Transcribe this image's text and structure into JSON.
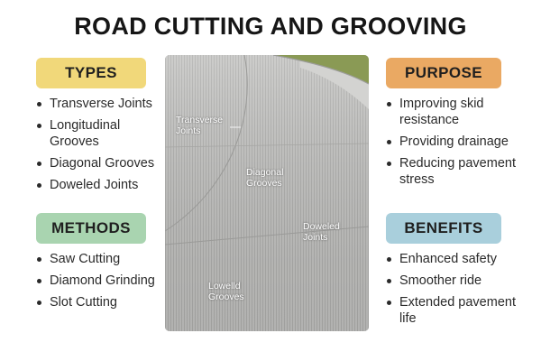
{
  "title": "ROAD CUTTING AND GROOVING",
  "colors": {
    "types": "#f1d87a",
    "methods": "#a9d4b0",
    "purpose": "#eaa963",
    "benefits": "#a9cfdc"
  },
  "types": {
    "heading": "TYPES",
    "items": [
      "Transverse Joints",
      "Longitudinal Grooves",
      "Diagonal Grooves",
      "Doweled Joints"
    ]
  },
  "methods": {
    "heading": "METHODS",
    "items": [
      "Saw Cutting",
      "Diamond Grinding",
      "Slot Cutting"
    ]
  },
  "purpose": {
    "heading": "PURPOSE",
    "items": [
      "Improving skid resistance",
      "Providing drainage",
      "Reducing pavement stress"
    ]
  },
  "benefits": {
    "heading": "BENEFITS",
    "items": [
      "Enhanced safety",
      "Smoother ride",
      "Extended pavement life"
    ]
  },
  "photo_labels": {
    "transverse": "Transverse Joints",
    "diagonal": "Diagonal Grooves",
    "doweled": "Doweled Joints",
    "lowelld": "Lowelld Grooves"
  }
}
